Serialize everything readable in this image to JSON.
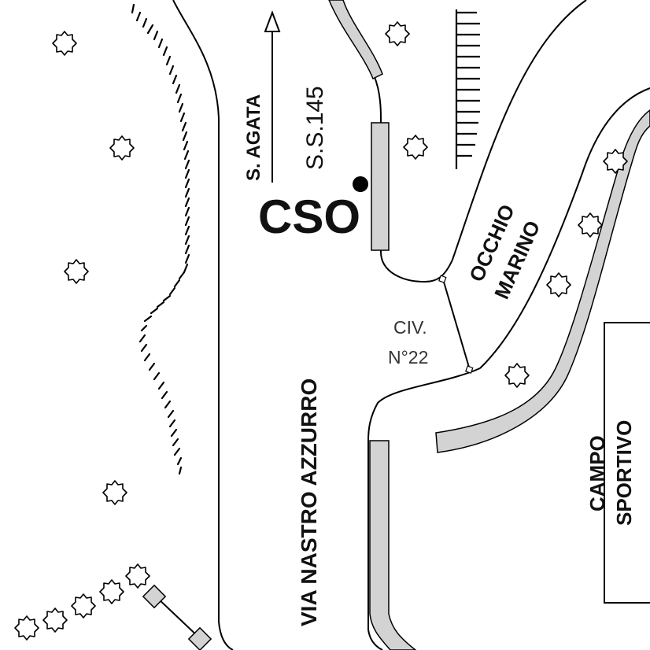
{
  "map": {
    "labels": {
      "direction": "S. AGATA",
      "state_road": "S.S.145",
      "center": "CSO",
      "civic": "CIV.",
      "civic_number": "N°22",
      "street_occhio": "OCCHIO",
      "street_marino": "MARINO",
      "street_main": "VIA NASTRO AZZURRO",
      "campo": "CAMPO",
      "sportivo": "SPORTIVO"
    },
    "colors": {
      "ink": "#000000",
      "sidewalk_fill": "#d3d3d3",
      "background": "#ffffff"
    },
    "icons": {
      "tree": "tree-icon",
      "arrow": "north-arrow-icon",
      "location": "cso-location-marker-icon"
    }
  }
}
